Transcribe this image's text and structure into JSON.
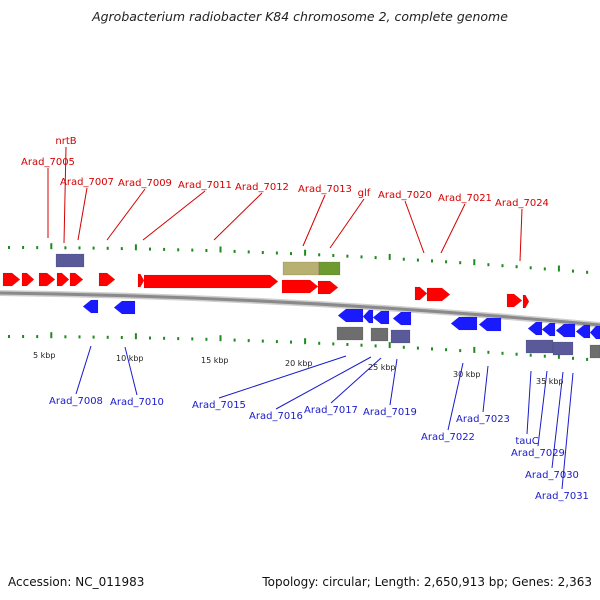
{
  "title": "Agrobacterium radiobacter K84 chromosome 2, complete genome",
  "footer": {
    "accession": "Accession: NC_011983",
    "topology": "Topology: circular; Length: 2,650,913 bp; Genes: 2,363"
  },
  "colors": {
    "forward": "#ff0000",
    "reverse": "#1a1aff",
    "backbone": "#8a8a8a",
    "tick": "#1f8a1f",
    "label_forward": "#d40000",
    "label_reverse": "#1a1acc",
    "purple_box": "#5a5a9a",
    "gray_box": "#6e6e6e",
    "olive_box": "#b8b070",
    "green_box": "#6e9a30"
  },
  "scale": {
    "kbp_labels": [
      "5 kbp",
      "10 kbp",
      "15 kbp",
      "20 kbp",
      "25 kbp",
      "30 kbp",
      "35 kbp"
    ]
  },
  "labels": {
    "forward": [
      "nrtB",
      "Arad_7005",
      "Arad_7007",
      "Arad_7009",
      "Arad_7011",
      "Arad_7012",
      "Arad_7013",
      "glf",
      "Arad_7020",
      "Arad_7021",
      "Arad_7024"
    ],
    "reverse": [
      "Arad_7008",
      "Arad_7010",
      "Arad_7015",
      "Arad_7016",
      "Arad_7017",
      "Arad_7019",
      "Arad_7022",
      "Arad_7023",
      "tauC",
      "Arad_7029",
      "Arad_7030",
      "Arad_7031"
    ]
  }
}
